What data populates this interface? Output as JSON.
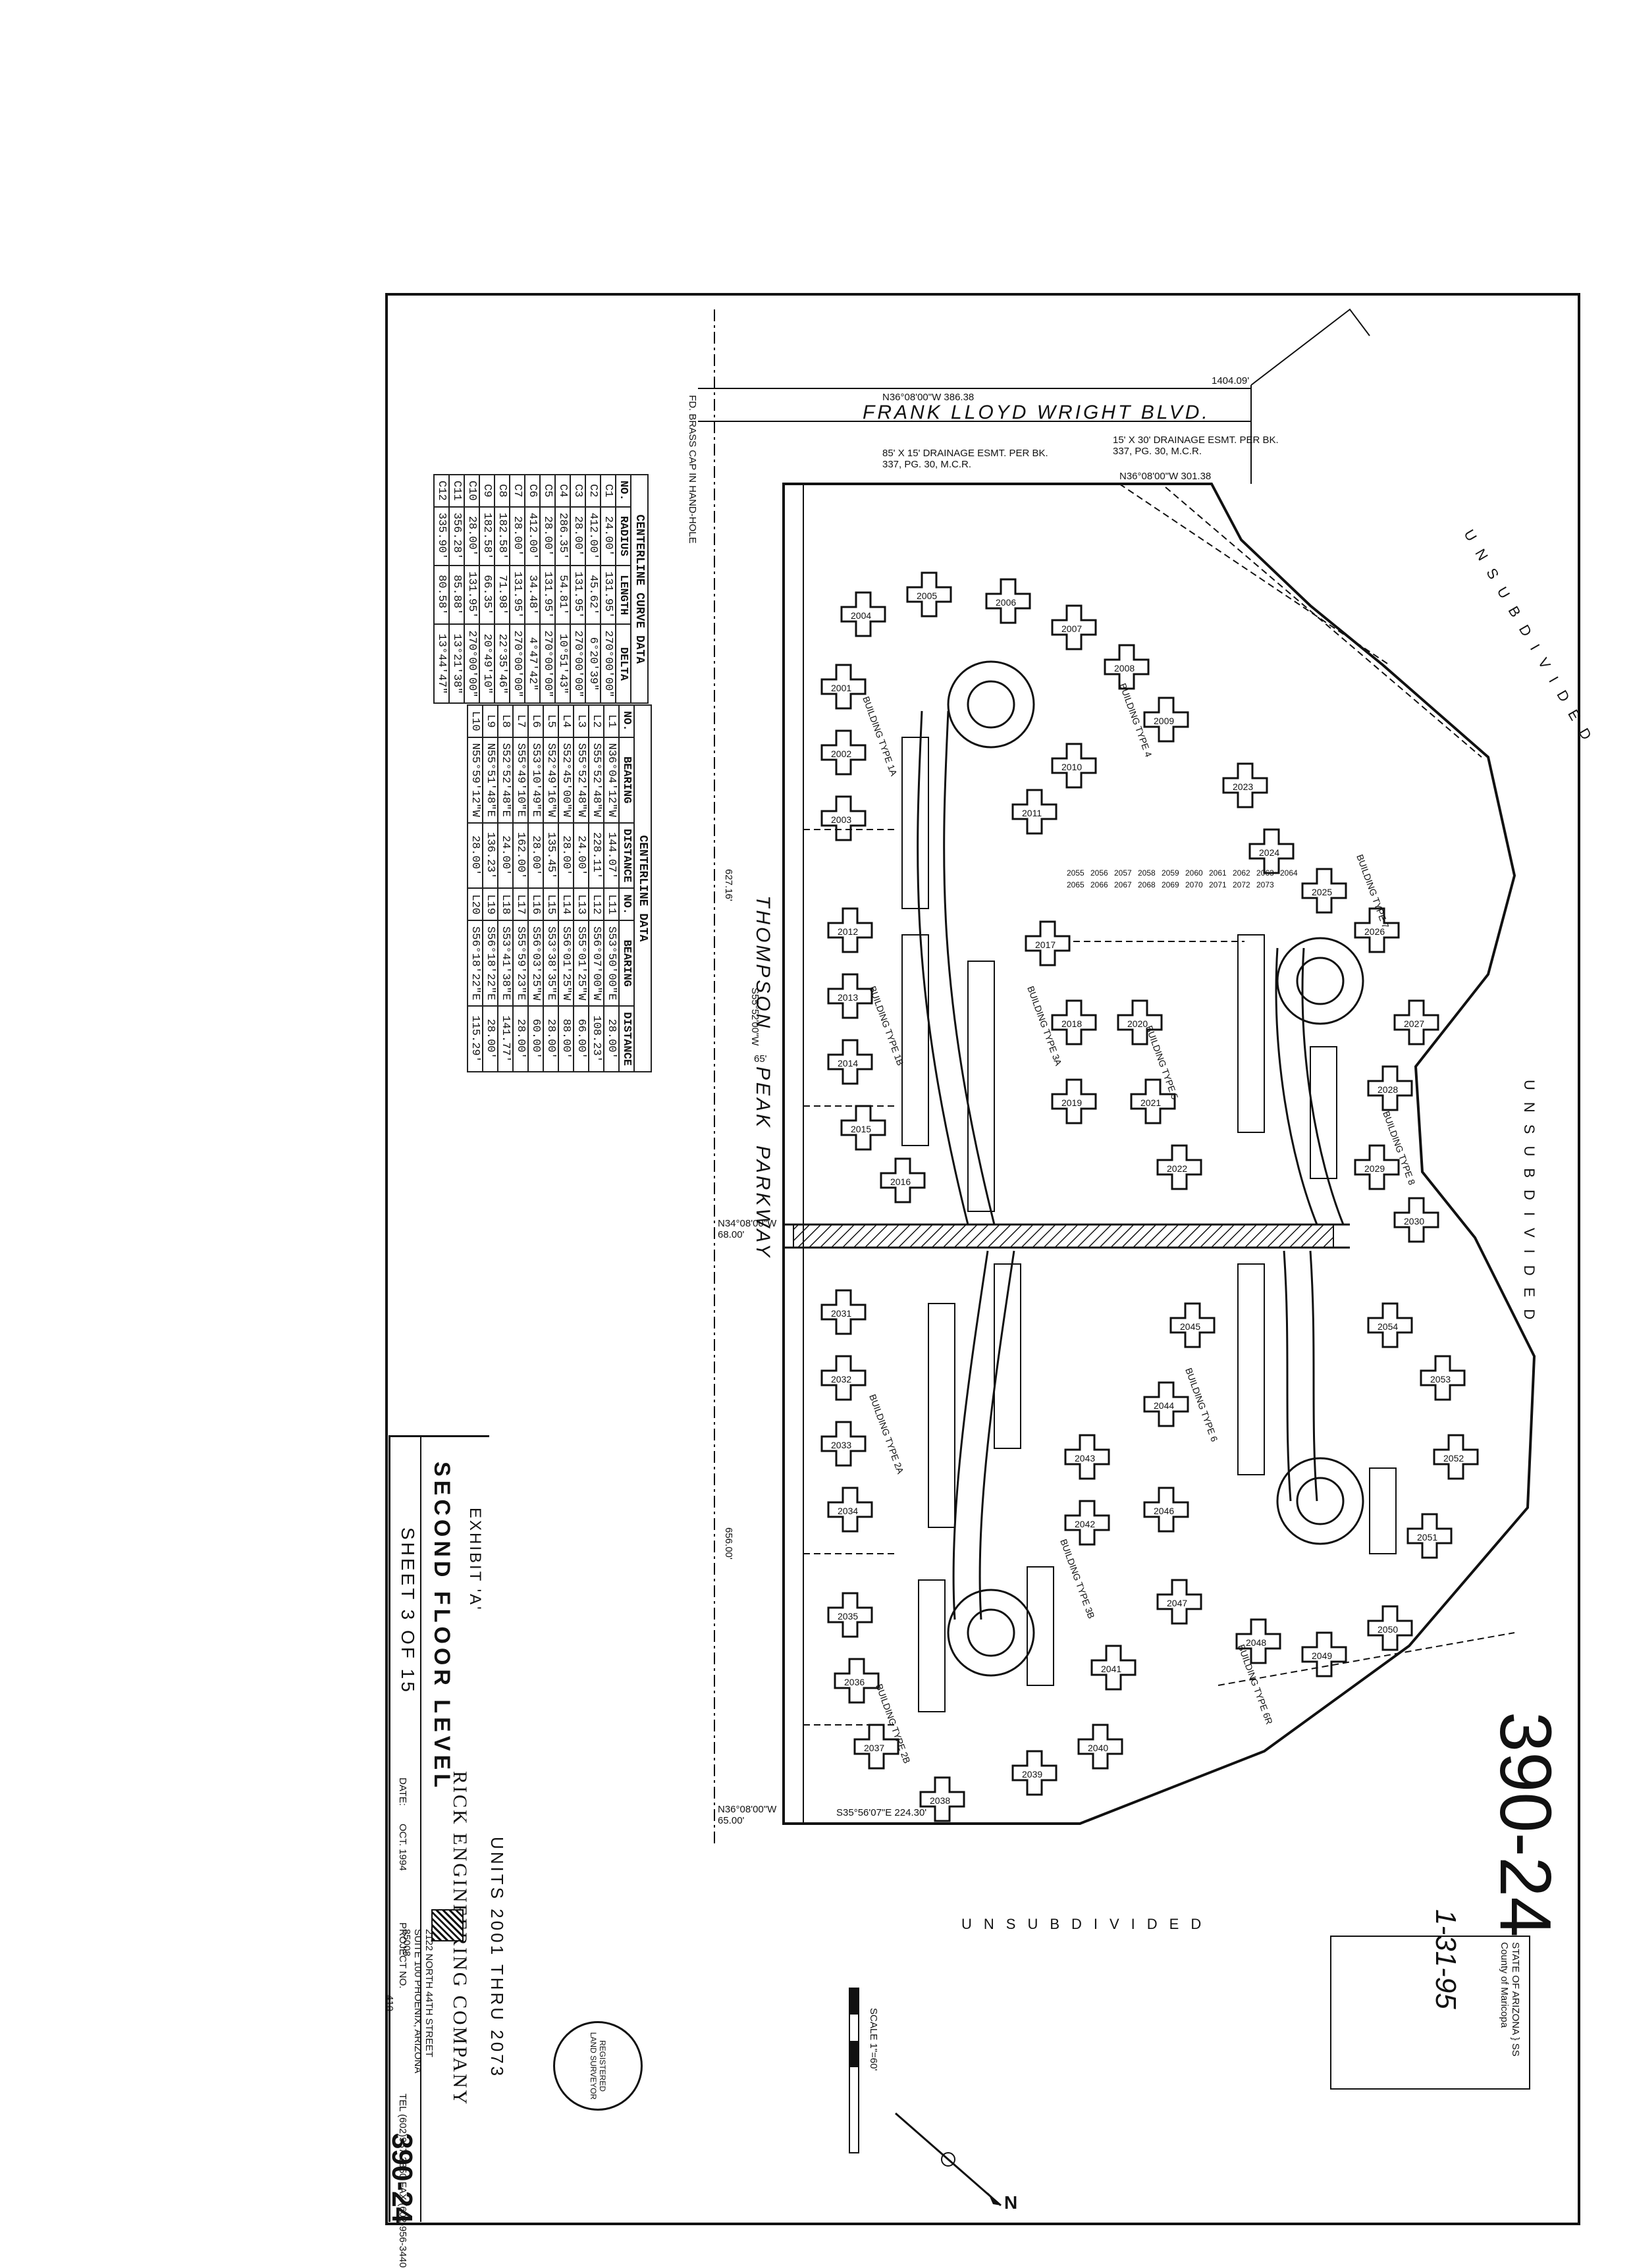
{
  "document": {
    "big_number": "390-24",
    "date_handwritten": "1-31-95",
    "exhibit": "EXHIBIT 'A'",
    "title": "SECOND FLOOR LEVEL",
    "sheet": "SHEET 3 OF 15",
    "units": "UNITS 2001 THRU 2073",
    "company": "RICK ENGINEERING COMPANY",
    "company_address": "2122 NORTH 44TH STREET  SUITE 100  PHOENIX, ARIZONA 85008",
    "company_phone": "TEL (602)957-3350  FAX (602)956-3440",
    "date_label": "DATE:",
    "date_value": "OCT. 1994",
    "project_label": "PROJECT NO.",
    "project_value": "410",
    "sheet_ref": "390-24",
    "scale": "SCALE 1\"=60'",
    "north": "N",
    "county_stamp": "STATE OF ARIZONA } SS  County of Maricopa",
    "seal_text": "REGISTERED LAND SURVEYOR"
  },
  "streets": {
    "top": "FRANK LLOYD WRIGHT BLVD.",
    "left_1": "THOMPSON",
    "left_2": "PEAK",
    "left_3": "PARKWAY",
    "right": "UNSUBDIVIDED",
    "bottom": "UNSUBDIVIDED",
    "top_right": "UNSUBDIVIDED"
  },
  "annotations": {
    "drainage_1": "85' X 15' DRAINAGE ESMT. PER BK. 337, PG. 30, M.C.R.",
    "drainage_2": "15' X 30' DRAINAGE ESMT. PER BK. 337, PG. 30, M.C.R.",
    "bearing_top": "N36°08'00\"W  386.38",
    "bearing_top2": "N36°08'00\"W  301.38",
    "dist_1404": "1404.09'",
    "fnd_brass": "FD. BRASS CAP IN HAND-HOLE",
    "bearing_left": "S55°52'00\"W",
    "dist_left": "627.16'",
    "dist_left2": "656.00'",
    "dist_65": "65'",
    "bearing_mid": "N34°08'00\"W  68.00'",
    "bearing_bottom": "N36°08'00\"W  65.00'",
    "bearing_bottom2": "S35°56'07\"E  224.30'"
  },
  "curve_table": {
    "title": "CENTERLINE CURVE DATA",
    "headers": [
      "NO.",
      "RADIUS",
      "LENGTH",
      "DELTA"
    ],
    "rows": [
      [
        "C1",
        "24.00'",
        "131.95'",
        "270°00'00\""
      ],
      [
        "C2",
        "412.00'",
        "45.62'",
        "6°20'39\""
      ],
      [
        "C3",
        "28.00'",
        "131.95'",
        "270°00'00\""
      ],
      [
        "C4",
        "286.35'",
        "54.81'",
        "10°51'43\""
      ],
      [
        "C5",
        "28.00'",
        "131.95'",
        "270°00'00\""
      ],
      [
        "C6",
        "412.00'",
        "34.48'",
        "4°47'42\""
      ],
      [
        "C7",
        "28.00'",
        "131.95'",
        "270°00'00\""
      ],
      [
        "C8",
        "182.58'",
        "71.98'",
        "22°35'46\""
      ],
      [
        "C9",
        "182.58'",
        "66.35'",
        "20°49'10\""
      ],
      [
        "C10",
        "28.00'",
        "131.95'",
        "270°00'00\""
      ],
      [
        "C11",
        "356.28'",
        "85.88'",
        "13°21'38\""
      ],
      [
        "C12",
        "335.90'",
        "80.58'",
        "13°44'47\""
      ]
    ]
  },
  "line_table": {
    "title": "CENTERLINE DATA",
    "headers": [
      "NO.",
      "BEARING",
      "DISTANCE",
      "NO.",
      "BEARING",
      "DISTANCE"
    ],
    "rows": [
      [
        "L1",
        "N36°04'12\"W",
        "144.07'",
        "L11",
        "S53°50'00\"E",
        "28.00'"
      ],
      [
        "L2",
        "S55°52'48\"W",
        "228.11'",
        "L12",
        "S56°07'00\"W",
        "108.23'"
      ],
      [
        "L3",
        "S55°52'48\"W",
        "24.00'",
        "L13",
        "S55°01'25\"W",
        "66.00'"
      ],
      [
        "L4",
        "S52°45'00\"W",
        "28.00'",
        "L14",
        "S56°01'25\"W",
        "88.00'"
      ],
      [
        "L5",
        "S52°49'16\"W",
        "135.45'",
        "L15",
        "S53°38'35\"E",
        "28.00'"
      ],
      [
        "L6",
        "S53°10'49\"E",
        "28.00'",
        "L16",
        "S56°03'25\"W",
        "60.00'"
      ],
      [
        "L7",
        "S55°49'10\"E",
        "162.00'",
        "L17",
        "S55°59'23\"E",
        "28.00'"
      ],
      [
        "L8",
        "S52°52'48\"E",
        "24.00'",
        "L18",
        "S53°41'38\"E",
        "141.77'"
      ],
      [
        "L9",
        "N55°51'48\"E",
        "136.23'",
        "L19",
        "S56°18'22\"E",
        "28.00'"
      ],
      [
        "L10",
        "N55°59'12\"W",
        "28.00'",
        "L20",
        "S56°18'22\"E",
        "115.29'"
      ]
    ]
  },
  "buildings": [
    "2001",
    "2002",
    "2003",
    "2004",
    "2005",
    "2006",
    "2007",
    "2008",
    "2009",
    "2010",
    "2011",
    "2012",
    "2013",
    "2014",
    "2015",
    "2016",
    "2017",
    "2018",
    "2019",
    "2020",
    "2021",
    "2022",
    "2023",
    "2024",
    "2025",
    "2026",
    "2027",
    "2028",
    "2029",
    "2030",
    "2031",
    "2032",
    "2033",
    "2034",
    "2035",
    "2036",
    "2037",
    "2038",
    "2039",
    "2040",
    "2041",
    "2042",
    "2043",
    "2044",
    "2045",
    "2046",
    "2047",
    "2048",
    "2049",
    "2050",
    "2051",
    "2052",
    "2053",
    "2054",
    "2055",
    "2056",
    "2057",
    "2058",
    "2059",
    "2060",
    "2061",
    "2062",
    "2063",
    "2064",
    "2065",
    "2066",
    "2067",
    "2068",
    "2069",
    "2070",
    "2071",
    "2072",
    "2073"
  ],
  "building_types": [
    "BUILDING TYPE 1A",
    "BUILDING TYPE 1B",
    "BUILDING TYPE 2A",
    "BUILDING TYPE 2B",
    "BUILDING TYPE 3A",
    "BUILDING TYPE 3B",
    "BUILDING TYPE 4",
    "BUILDING TYPE 5",
    "BUILDING TYPE 6",
    "BUILDING TYPE 6R",
    "BUILDING TYPE 7",
    "BUILDING TYPE 8"
  ]
}
